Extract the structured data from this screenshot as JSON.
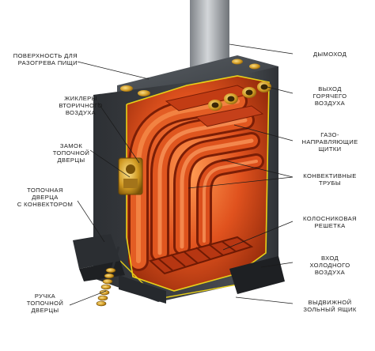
{
  "labels": {
    "surface": [
      "ПОВЕРХНОСТЬ ДЛЯ",
      "РАЗОГРЕВА ПИЩИ"
    ],
    "jets": [
      "ЖИКЛЕРЫ",
      "ВТОРИЧНОГО",
      "ВОЗДУХА"
    ],
    "lock": [
      "ЗАМОК",
      "ТОПОЧНОЙ",
      "ДВЕРЦЫ"
    ],
    "door": [
      "ТОПОЧНАЯ",
      "ДВЕРЦА",
      "С КОНВЕКТОРОМ"
    ],
    "handle": [
      "РУЧКА",
      "ТОПОЧНОЙ",
      "ДВЕРЦЫ"
    ],
    "chimney": [
      "ДЫМОХОД"
    ],
    "hot_out": [
      "ВЫХОД",
      "ГОРЯЧЕГО",
      "ВОЗДУХА"
    ],
    "gas": [
      "ГАЗО-",
      "НАПРАВЛЯЮЩИЕ",
      "ЩИТКИ"
    ],
    "conv": [
      "КОНВЕКТИВНЫЕ",
      "ТРУБЫ"
    ],
    "grate": [
      "КОЛОСНИКОВАЯ",
      "РЕШЕТКА"
    ],
    "cold_in": [
      "ВХОД",
      "ХОЛОДНОГО",
      "ВОЗДУХА"
    ],
    "ash": [
      "ВЫДВИЖНОЙ",
      "ЗОЛЬНЫЙ ЯЩИК"
    ]
  },
  "colors": {
    "body": "#3f4348",
    "body_light": "#5b6066",
    "fire": "#d8421c",
    "fire_light": "#f27a3c",
    "fire_dark": "#8d2208",
    "brass": "#d9a22a",
    "outline": "#e8d018",
    "chimney": "#a9adb2"
  }
}
